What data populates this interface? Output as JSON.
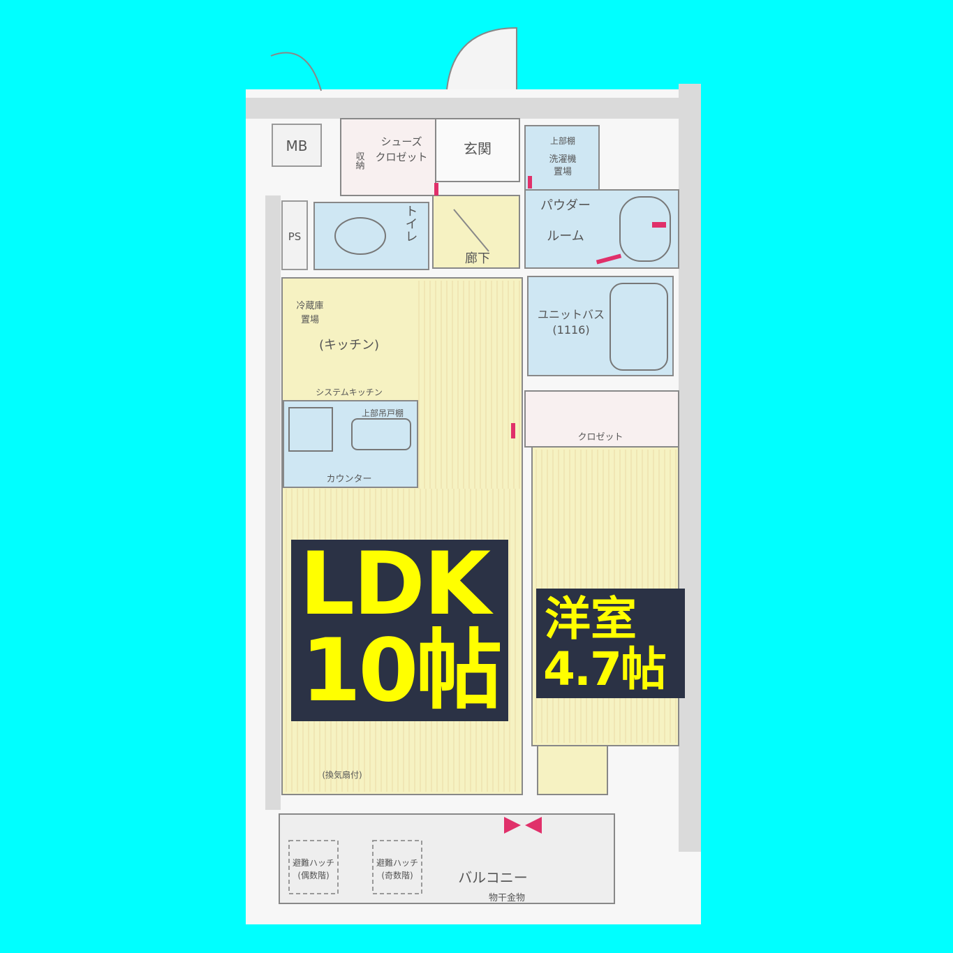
{
  "colors": {
    "background": "#00FFFF",
    "wall": "#DADADA",
    "floor_wood": "#F6F2C2",
    "wet_area": "#CFE7F3",
    "balcony": "#EEEEEE",
    "accent": "#E0306A",
    "badge_bg": "#2B3245",
    "badge_text": "#FFFF00"
  },
  "labels": {
    "mb": "MB",
    "ps": "PS",
    "storage_left": "収納",
    "shoes_closet_1": "シューズ",
    "shoes_closet_2": "クロゼット",
    "entrance": "玄関",
    "upper_cabinet": "上部棚",
    "washer_1": "洗濯機",
    "washer_2": "置場",
    "powder_1": "パウダー",
    "powder_2": "ルーム",
    "toilet": "トイレ",
    "hallway": "廊下",
    "fridge_1": "冷蔵庫",
    "fridge_2": "置場",
    "kitchen": "(キッチン)",
    "system_kitchen": "システムキッチン",
    "upper_cupboard": "上部吊戸棚",
    "counter": "カウンター",
    "unit_bath_1": "ユニットバス",
    "unit_bath_2": "(1116)",
    "closet": "クロゼット",
    "ventilation": "(換気扇付)",
    "balcony": "バルコニー",
    "laundry_hardware": "物干金物",
    "hatch_1a": "避難ハッチ",
    "hatch_1b": "(偶数階)",
    "hatch_2a": "避難ハッチ",
    "hatch_2b": "(奇数階)"
  },
  "badges": {
    "ldk_line1": "LDK",
    "ldk_line2": "10帖",
    "western_line1": "洋室",
    "western_line2": "4.7帖"
  }
}
